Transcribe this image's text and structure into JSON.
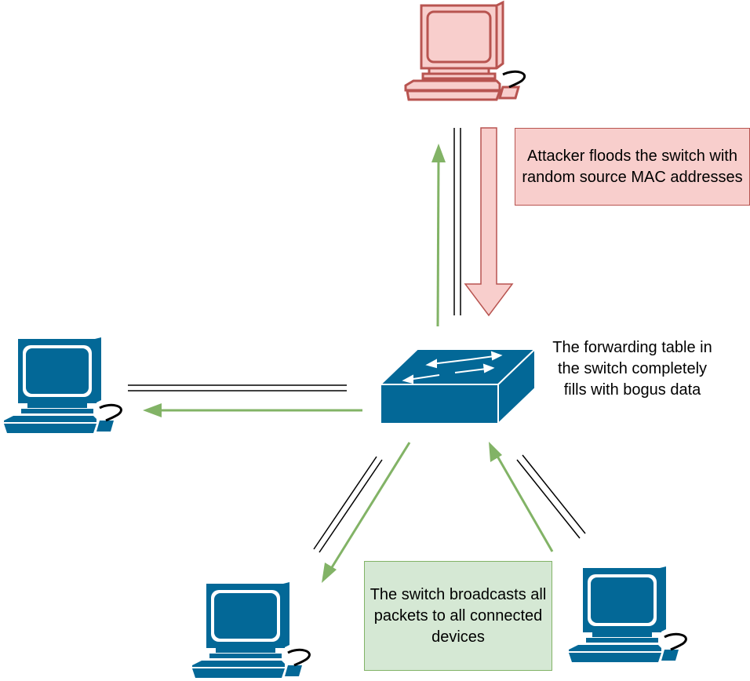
{
  "annotations": {
    "attacker": "Attacker floods the switch with random source MAC addresses",
    "forwarding_table": "The forwarding table in the switch completely fills with bogus data",
    "broadcast": "The switch broadcasts all packets to all connected devices"
  },
  "nodes": {
    "attacker": {
      "icon": "computer-icon",
      "color": "#f8cecc",
      "stroke": "#b85450"
    },
    "switch": {
      "icon": "network-switch-icon",
      "color": "#036897"
    },
    "hosts": [
      {
        "icon": "computer-icon",
        "position": "left"
      },
      {
        "icon": "computer-icon",
        "position": "bottom-left"
      },
      {
        "icon": "computer-icon",
        "position": "bottom-right"
      }
    ]
  },
  "colors": {
    "device_blue": "#036897",
    "attacker_fill": "#f8cecc",
    "attacker_stroke": "#b85450",
    "arrow_green": "#82b366",
    "box_green_fill": "#d5e8d4"
  }
}
